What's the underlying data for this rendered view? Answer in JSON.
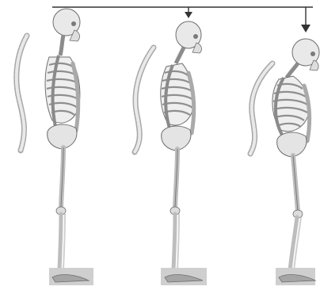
{
  "figure": {
    "type": "posture-progression-illustration",
    "panel_count": 3,
    "reference_line": true,
    "arrows": [
      "down-arrow-small",
      "down-arrow-large"
    ]
  },
  "colors": {
    "bone_fill": "#e9e9e9",
    "bone_stroke": "#6e6e6e",
    "ribs_shade": "#9a9a9a",
    "spine_light": "#dcdcdc",
    "floor_shadow": "#cfcfcf",
    "line": "#333333"
  },
  "icons": [
    "reference-line",
    "arrow-down-icon",
    "skeleton-figure",
    "spine-column"
  ]
}
